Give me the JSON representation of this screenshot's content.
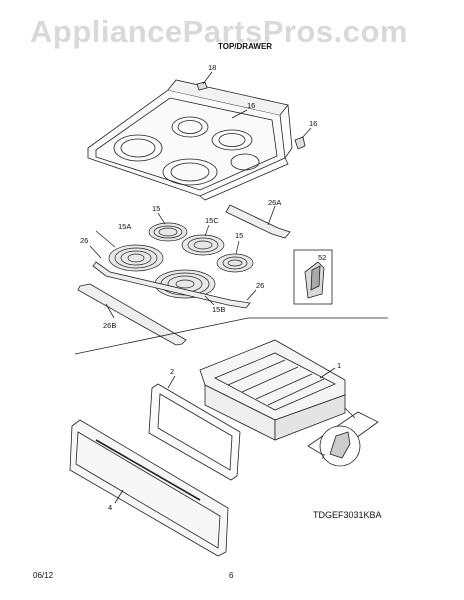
{
  "watermark": "AppliancePartsPros.com",
  "header": {
    "section_title": "TOP/DRAWER",
    "diagram_id": "TDGEF3031KBA"
  },
  "footer": {
    "date": "06/12",
    "page": "6"
  },
  "part_labels": {
    "p18": "18",
    "p16a": "16",
    "p16b": "16",
    "p26A": "26A",
    "p15a": "15",
    "p15C": "15C",
    "p15b": "15",
    "p15A": "15A",
    "p26a": "26",
    "p26b": "26",
    "p52": "52",
    "p15B": "15B",
    "p26B": "26B",
    "p1": "1",
    "p2": "2",
    "p7": "7",
    "p4": "4"
  }
}
